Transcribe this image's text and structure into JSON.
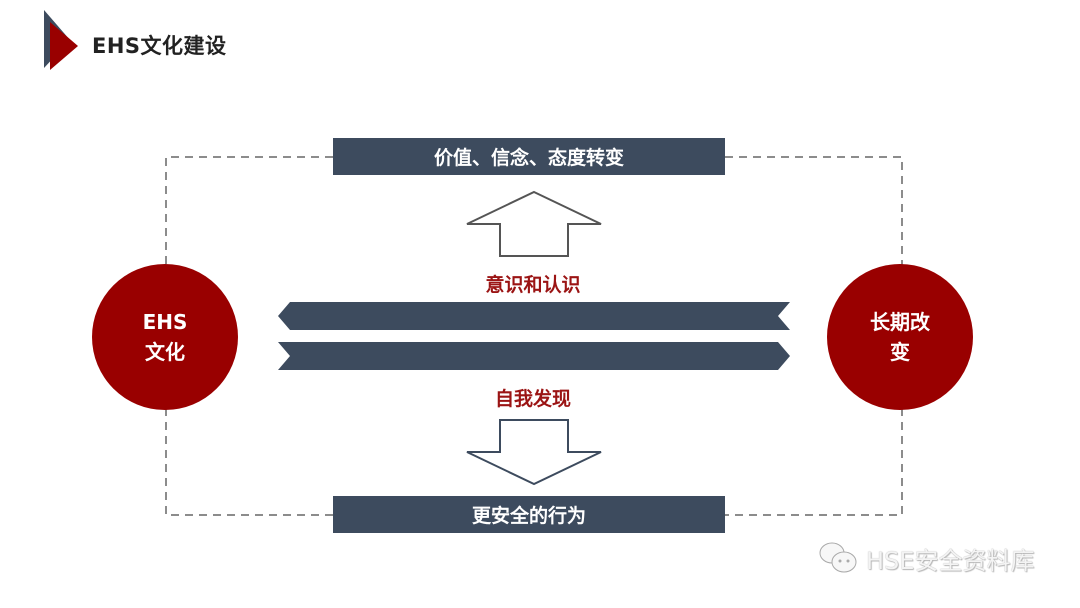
{
  "header": {
    "title": "EHS文化建设"
  },
  "diagram": {
    "top_box": "价值、信念、态度转变",
    "bottom_box": "更安全的行为",
    "left_circle": {
      "line1": "EHS",
      "line2": "文化"
    },
    "right_circle": {
      "line1": "长期改",
      "line2": "变"
    },
    "upper_label": "意识和认识",
    "lower_label": "自我发现",
    "colors": {
      "dark_slate": "#3d4b5e",
      "dark_red": "#990000",
      "label_red": "#9b1414",
      "dashed_line": "#8c8c8c"
    }
  },
  "watermark": {
    "text": "HSE安全资料库",
    "icon": "wechat-icon"
  }
}
